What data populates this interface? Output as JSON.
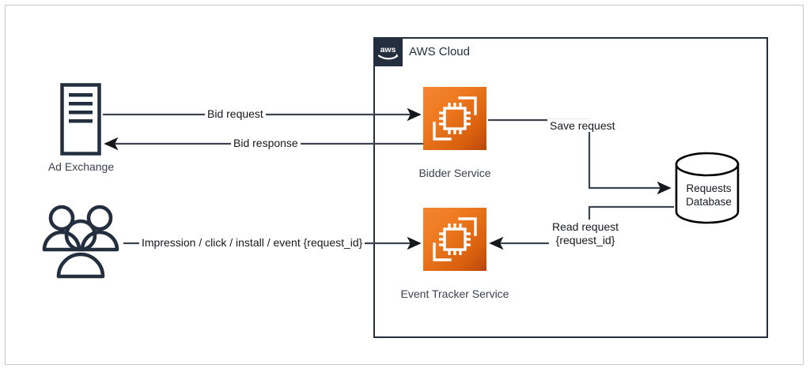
{
  "diagram": {
    "title": "AWS Cloud",
    "cloud_logo": "aws-logo",
    "nodes": {
      "ad_exchange": {
        "label": "Ad Exchange",
        "icon": "server-icon"
      },
      "users": {
        "label": "",
        "icon": "users-group-icon"
      },
      "bidder_service": {
        "label": "Bidder Service",
        "icon": "ec2-instance-icon"
      },
      "event_tracker_service": {
        "label": "Event Tracker Service",
        "icon": "ec2-instance-icon"
      },
      "requests_database": {
        "label_line1": "Requests",
        "label_line2": "Database",
        "icon": "database-cylinder-icon"
      }
    },
    "edges": [
      {
        "id": "bid-request",
        "label": "Bid request",
        "from": "ad_exchange",
        "to": "bidder_service",
        "direction": "right"
      },
      {
        "id": "bid-response",
        "label": "Bid response",
        "from": "bidder_service",
        "to": "ad_exchange",
        "direction": "left"
      },
      {
        "id": "impression-event",
        "label": "Impression / click / install / event {request_id}",
        "from": "users",
        "to": "event_tracker_service",
        "direction": "right"
      },
      {
        "id": "save-request",
        "label": "Save request",
        "from": "bidder_service",
        "to": "requests_database",
        "direction": "right"
      },
      {
        "id": "read-request",
        "label_line1": "Read request",
        "label_line2": "{request_id}",
        "from": "requests_database",
        "to": "event_tracker_service",
        "direction": "left"
      }
    ],
    "colors": {
      "aws_navy": "#232f3e",
      "compute_orange_light": "#f58534",
      "compute_orange_dark": "#b8470a",
      "line": "#3b444f",
      "frame_gray": "#c9c9c9",
      "text": "#15181d"
    }
  }
}
